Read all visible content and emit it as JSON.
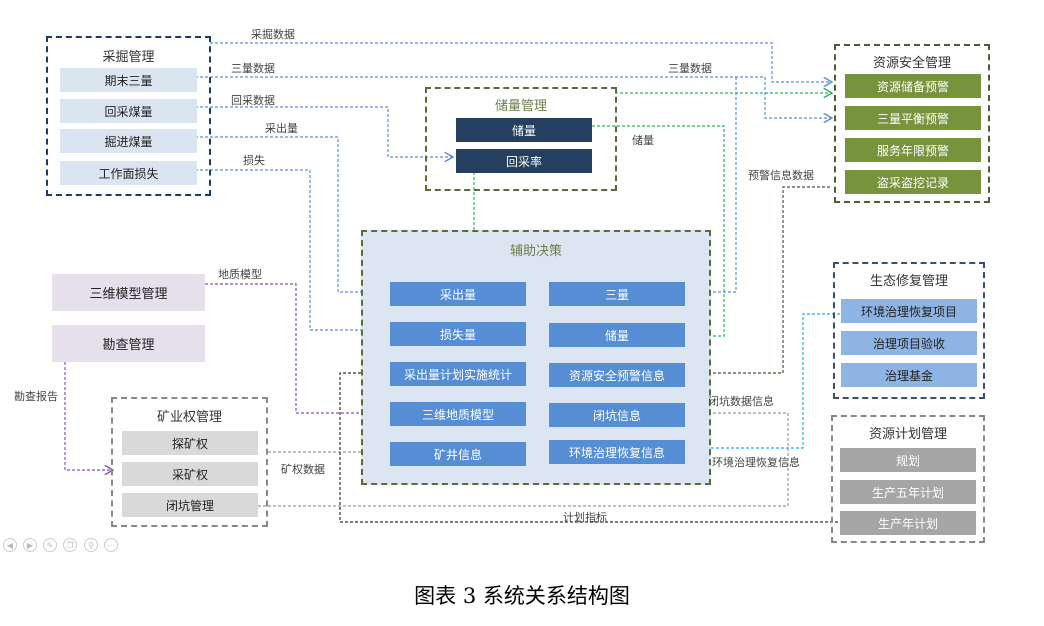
{
  "groups": {
    "mining": {
      "title": "采掘管理",
      "items": [
        "期末三量",
        "回采煤量",
        "掘进煤量",
        "工作面损失"
      ]
    },
    "reserve": {
      "title": "储量管理",
      "items": [
        "储量",
        "回采率"
      ]
    },
    "safety": {
      "title": "资源安全管理",
      "items": [
        "资源储备预警",
        "三量平衡预警",
        "服务年限预警",
        "盗采盗挖记录"
      ]
    },
    "decision": {
      "title": "辅助决策",
      "left_items": [
        "采出量",
        "损失量",
        "采出量计划实施统计",
        "三维地质模型",
        "矿井信息"
      ],
      "right_items": [
        "三量",
        "储量",
        "资源安全预警信息",
        "闭坑信息",
        "环境治理恢复信息"
      ]
    },
    "model3d": {
      "title": "三维模型管理"
    },
    "survey": {
      "title": "勘查管理"
    },
    "mineright": {
      "title": "矿业权管理",
      "items": [
        "探矿权",
        "采矿权",
        "闭坑管理"
      ]
    },
    "eco": {
      "title": "生态修复管理",
      "items": [
        "环境治理恢复项目",
        "治理项目验收",
        "治理基金"
      ]
    },
    "plan": {
      "title": "资源计划管理",
      "items": [
        "规划",
        "生产五年计划",
        "生产年计划"
      ]
    }
  },
  "labels": {
    "caijue_data": "采掘数据",
    "sanliang_data_left": "三量数据",
    "sanliang_data_right": "三量数据",
    "huicai_data": "回采数据",
    "caichu": "采出量",
    "sunshi": "损失",
    "chuliang": "储量",
    "yujing_data": "预警信息数据",
    "dizhi_model": "地质模型",
    "kancha_report": "勘查报告",
    "kuangquan_data": "矿权数据",
    "bikeng_data": "闭坑数据信息",
    "huanjing_info": "环境治理恢复信息",
    "jihua_zhibiao": "计划指标"
  },
  "caption": "图表  3  系统关系结构图",
  "controls": [
    "prev-icon",
    "next-icon",
    "pen-icon",
    "copy-icon",
    "zoom-icon",
    "more-icon"
  ],
  "colors": {
    "mining_border": "#1f3864",
    "mining_item": "#dbe5f1",
    "reserve_item": "#243f60",
    "safety_item": "#77933c",
    "decision_bg": "#dce6f2",
    "decision_item": "#558ed5",
    "eco_item": "#8eb4e3",
    "plan_item": "#a6a6a6",
    "mineright_item": "#d9d9d9",
    "model_item": "#e6e0ec"
  }
}
